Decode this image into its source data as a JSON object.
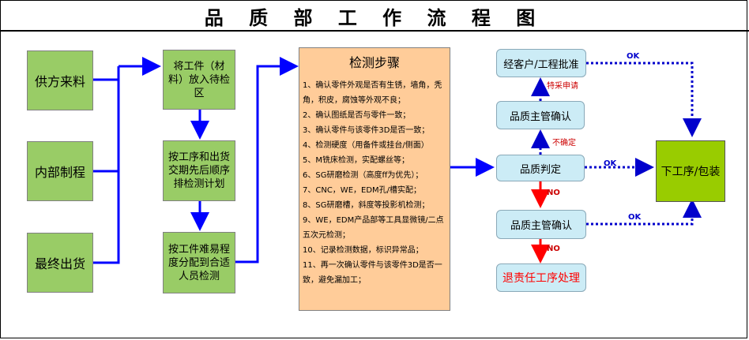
{
  "title": "品 质 部 工 作 流 程 图",
  "sources": [
    {
      "label": "供方来料"
    },
    {
      "label": "内部制程"
    },
    {
      "label": "最终出货"
    }
  ],
  "process": [
    {
      "label": "将工件（材料）放入待检区"
    },
    {
      "label": "按工序和出货交期先后顺序排检测计划"
    },
    {
      "label": "按工件难易程度分配到合适人员检测"
    }
  ],
  "inspection": {
    "title": "检测步骤",
    "steps": [
      "1、确认零件外观是否有生锈，墙角，秃角，积皮，腐蚀等外观不良；",
      "2、确认图纸是否与零件一致；",
      "3、确认零件与该零件3D是否一致；",
      "4、检测硬度（用备件或挂台/侧面）",
      "5、M铣床检测，实配螺丝等；",
      "6、SG研磨检测（高度ff为优先）；",
      "7、CNC，WE，EDM孔/槽实配；",
      "8、SG研磨槽，斜度等投影机检测；",
      "9、WE，EDM产品部等工具显微镜/二点五次元检测；",
      "10、记录检测数据，标识异常品；",
      "11、再一次确认零件与该零件3D是否一致，避免漏加工；"
    ]
  },
  "decision": {
    "customer_approval": "经客户/工程批准",
    "manager_confirm_top": "品质主管确认",
    "judgment": "品质判定",
    "manager_confirm_bottom": "品质主管确认",
    "reject": "退责任工序处理",
    "next_process": "下工序/包装"
  },
  "edge_labels": {
    "ok1": "OK",
    "ok2": "OK",
    "ok3": "OK",
    "no1": "NO",
    "no2": "NO",
    "uncertain": "不确定",
    "pending": "特采申请"
  },
  "colors": {
    "arrow_blue": "#0000ff",
    "arrow_red": "#ff0000",
    "dotted_blue": "#0000cc",
    "green_box": "#99cc66",
    "orange_box": "#ffcc99",
    "light_blue_box": "#ccecf6",
    "final_box": "#99cc00"
  }
}
